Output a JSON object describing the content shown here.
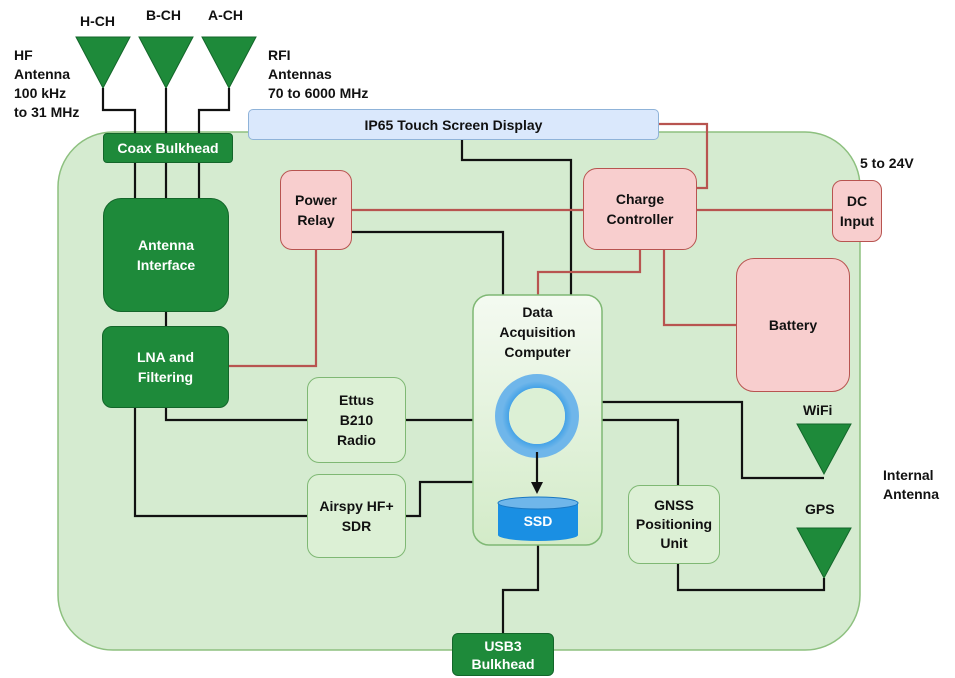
{
  "antennas": {
    "h_ch": "H-CH",
    "b_ch": "B-CH",
    "a_ch": "A-CH",
    "hf_label": "HF\nAntenna\n100 kHz\nto 31 MHz",
    "rfi_label": "RFI\nAntennas\n70 to 6000 MHz",
    "wifi": "WiFi",
    "gps": "GPS",
    "internal": "Internal\nAntenna"
  },
  "blocks": {
    "coax_bulkhead": "Coax Bulkhead",
    "display": "IP65 Touch Screen Display",
    "antenna_interface": "Antenna\nInterface",
    "lna": "LNA and\nFiltering",
    "power_relay": "Power\nRelay",
    "charge_controller": "Charge\nController",
    "dc_input": "DC\nInput",
    "battery": "Battery",
    "dac": "Data\nAcquisition\nComputer",
    "ssd": "SSD",
    "ettus": "Ettus\nB210\nRadio",
    "airspy": "Airspy HF+\nSDR",
    "gnss": "GNSS\nPositioning\nUnit",
    "usb3": "USB3\nBulkhead"
  },
  "power_label": "5 to 24V",
  "colors": {
    "enclosure_fill": "#d5ebd0",
    "dark_green": "#1e8a3a",
    "pink_fill": "#f8cece",
    "power_wire": "#b85450",
    "data_wire": "#111111",
    "display_fill": "#dae8fc",
    "ssd_fill": "#1a8fe3"
  }
}
